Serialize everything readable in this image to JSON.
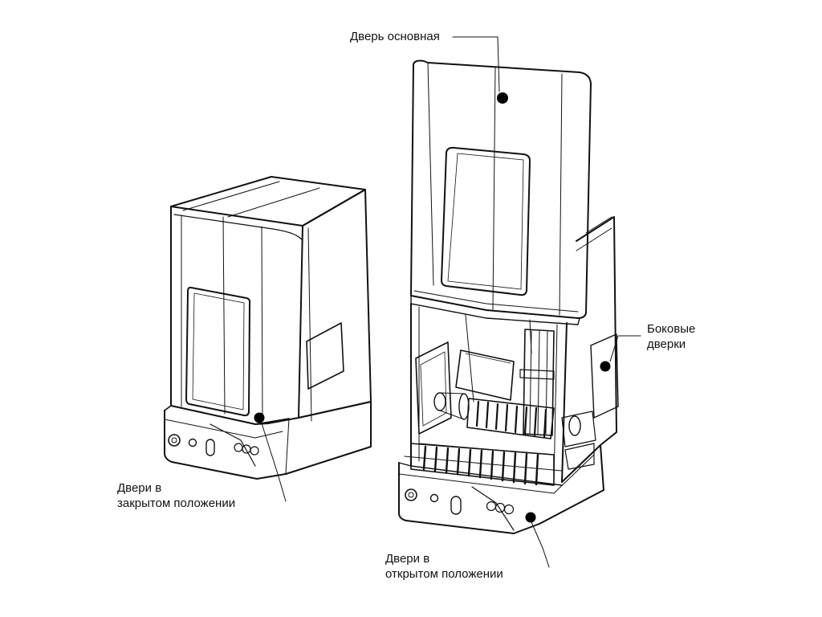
{
  "labels": {
    "main_door": "Дверь основная",
    "side_doors_line1": "Боковые",
    "side_doors_line2": "дверки",
    "closed_line1": "Двери в",
    "closed_line2": "закрытом положении",
    "open_line1": "Двери в",
    "open_line2": "открытом положении"
  },
  "colors": {
    "line": "#111111",
    "marker": "#000000",
    "background": "#ffffff"
  }
}
